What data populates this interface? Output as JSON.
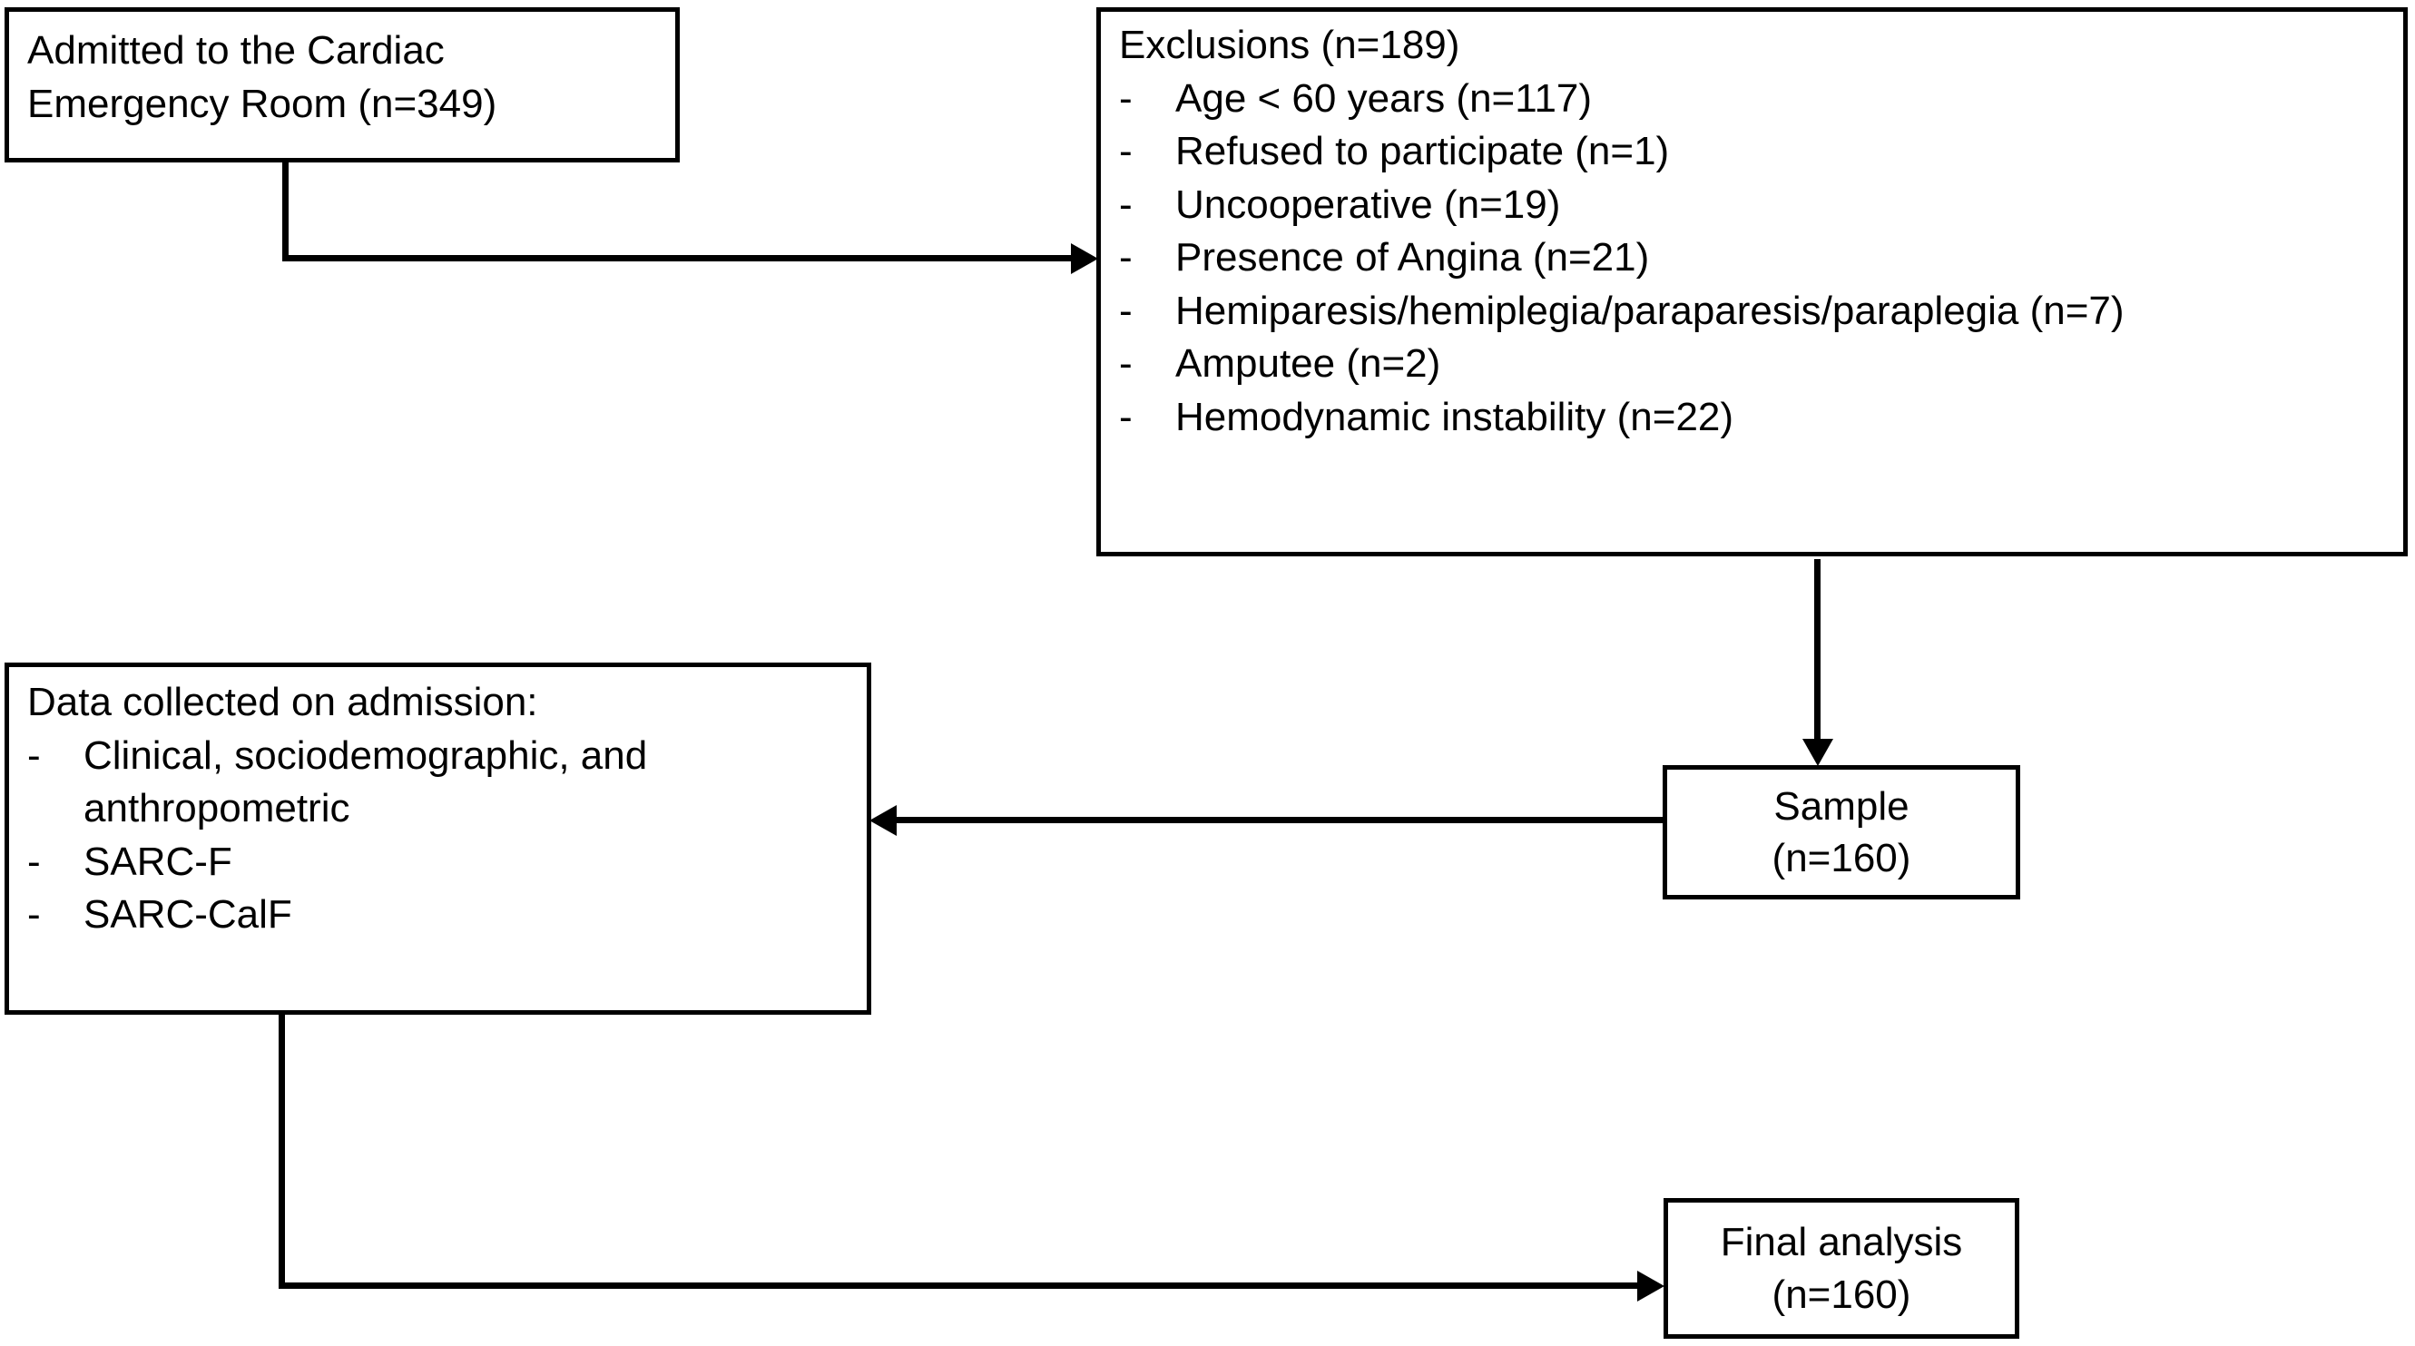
{
  "figure": {
    "type": "flowchart",
    "orientation": "mixed",
    "background_color": "#ffffff",
    "line_color": "#000000",
    "text_color": "#000000"
  },
  "nodes": {
    "admitted": {
      "id": "admitted",
      "line1": "Admitted to the Cardiac",
      "line2": "Emergency Room (n=349)",
      "count": 349
    },
    "exclusions": {
      "id": "exclusions",
      "heading": "Exclusions (n=189)",
      "count": 189,
      "bullet": "-",
      "items": [
        {
          "label": "Age < 60 years (n=117)",
          "count": 117
        },
        {
          "label": "Refused to participate (n=1)",
          "count": 1
        },
        {
          "label": "Uncooperative (n=19)",
          "count": 19
        },
        {
          "label": "Presence of Angina  (n=21)",
          "count": 21
        },
        {
          "label": "Hemiparesis/hemiplegia/paraparesis/paraplegia  (n=7)",
          "count": 7
        },
        {
          "label": "Amputee (n=2)",
          "count": 2
        },
        {
          "label": "Hemodynamic instability (n=22)",
          "count": 22
        }
      ]
    },
    "data_collected": {
      "id": "data_collected",
      "heading": "Data collected on admission:",
      "bullet": "-",
      "items": [
        {
          "label": "Clinical, sociodemographic, and anthropometric"
        },
        {
          "label": "SARC-F"
        },
        {
          "label": "SARC-CalF"
        }
      ]
    },
    "sample": {
      "id": "sample",
      "line1": "Sample",
      "line2": "(n=160)",
      "count": 160
    },
    "final_analysis": {
      "id": "final_analysis",
      "line1": "Final analysis",
      "line2": "(n=160)",
      "count": 160
    }
  },
  "edges": [
    {
      "id": "admitted-to-exclusions",
      "from": "admitted",
      "to": "exclusions",
      "style": "elbow",
      "arrowhead": "right"
    },
    {
      "id": "exclusions-to-sample",
      "from": "exclusions",
      "to": "sample",
      "style": "straight",
      "arrowhead": "down"
    },
    {
      "id": "sample-to-data",
      "from": "sample",
      "to": "data_collected",
      "style": "straight",
      "arrowhead": "left"
    },
    {
      "id": "data-to-final",
      "from": "data_collected",
      "to": "final_analysis",
      "style": "elbow",
      "arrowhead": "right"
    }
  ]
}
